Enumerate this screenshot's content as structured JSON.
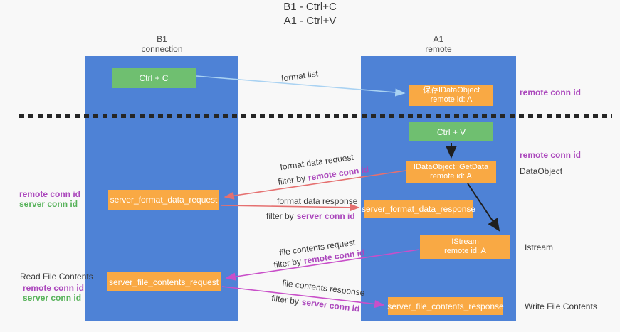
{
  "title": {
    "line1": "B1 - Ctrl+C",
    "line2": "A1 - Ctrl+V"
  },
  "columns": {
    "left": {
      "name": "B1",
      "role": "connection"
    },
    "right": {
      "name": "A1",
      "role": "remote"
    }
  },
  "boxes": {
    "ctrl_c": {
      "label": "Ctrl + C"
    },
    "ctrl_v": {
      "label": "Ctrl + V"
    },
    "save_idataobject": {
      "line1": "保存IDataObject",
      "line2": "remote id: A"
    },
    "idataobject_getdata": {
      "line1": "IDataObject::GetData",
      "line2": "remote id: A"
    },
    "istream": {
      "line1": "IStream",
      "line2": "remote id: A"
    },
    "server_format_data_request": {
      "label": "server_format_data_request"
    },
    "server_format_data_response": {
      "label": "server_format_data_response"
    },
    "server_file_contents_request": {
      "label": "server_file_contents_request"
    },
    "server_file_contents_response": {
      "label": "server_file_contents_response"
    }
  },
  "flow_labels": {
    "format_list": "format list",
    "format_data_request": "format data request",
    "format_data_response": "format data response",
    "file_contents_request": "file contents request",
    "file_contents_response": "file contents response",
    "filter_by": "filter by",
    "remote_conn_id": "remote conn id",
    "server_conn_id": "server conn id"
  },
  "side_labels": {
    "remote_conn_id": "remote conn id",
    "server_conn_id": "server conn id",
    "dataobject": "DataObject",
    "istream": "Istream",
    "read_file_contents": "Read File Contents",
    "write_file_contents": "Write File Contents"
  },
  "colors": {
    "column_blue": "#4e82d6",
    "box_green": "#6fbf70",
    "box_orange": "#f9a944",
    "purple_text": "#ab47bc",
    "green_text": "#57b25a",
    "red_arrow": "#e57070",
    "magenta_arrow": "#c94fc9",
    "light_blue_arrow": "#a9d2f2",
    "black_arrow": "#1f1f1f"
  }
}
